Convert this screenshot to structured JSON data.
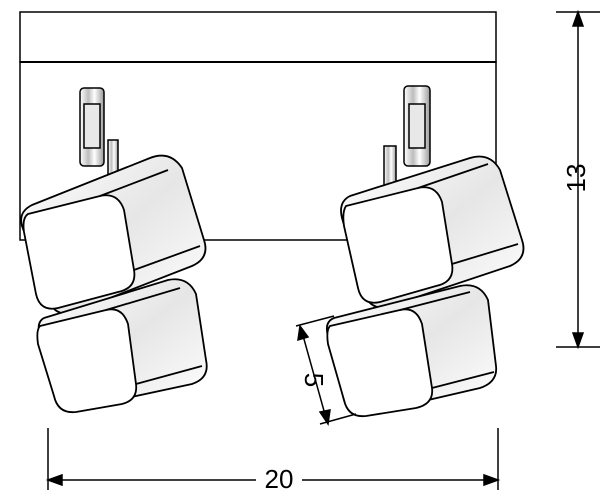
{
  "dimensions": {
    "width": {
      "value": "20"
    },
    "height": {
      "value": "13"
    },
    "head": {
      "value": "5"
    }
  },
  "colors": {
    "line": "#000000",
    "background": "#ffffff"
  }
}
